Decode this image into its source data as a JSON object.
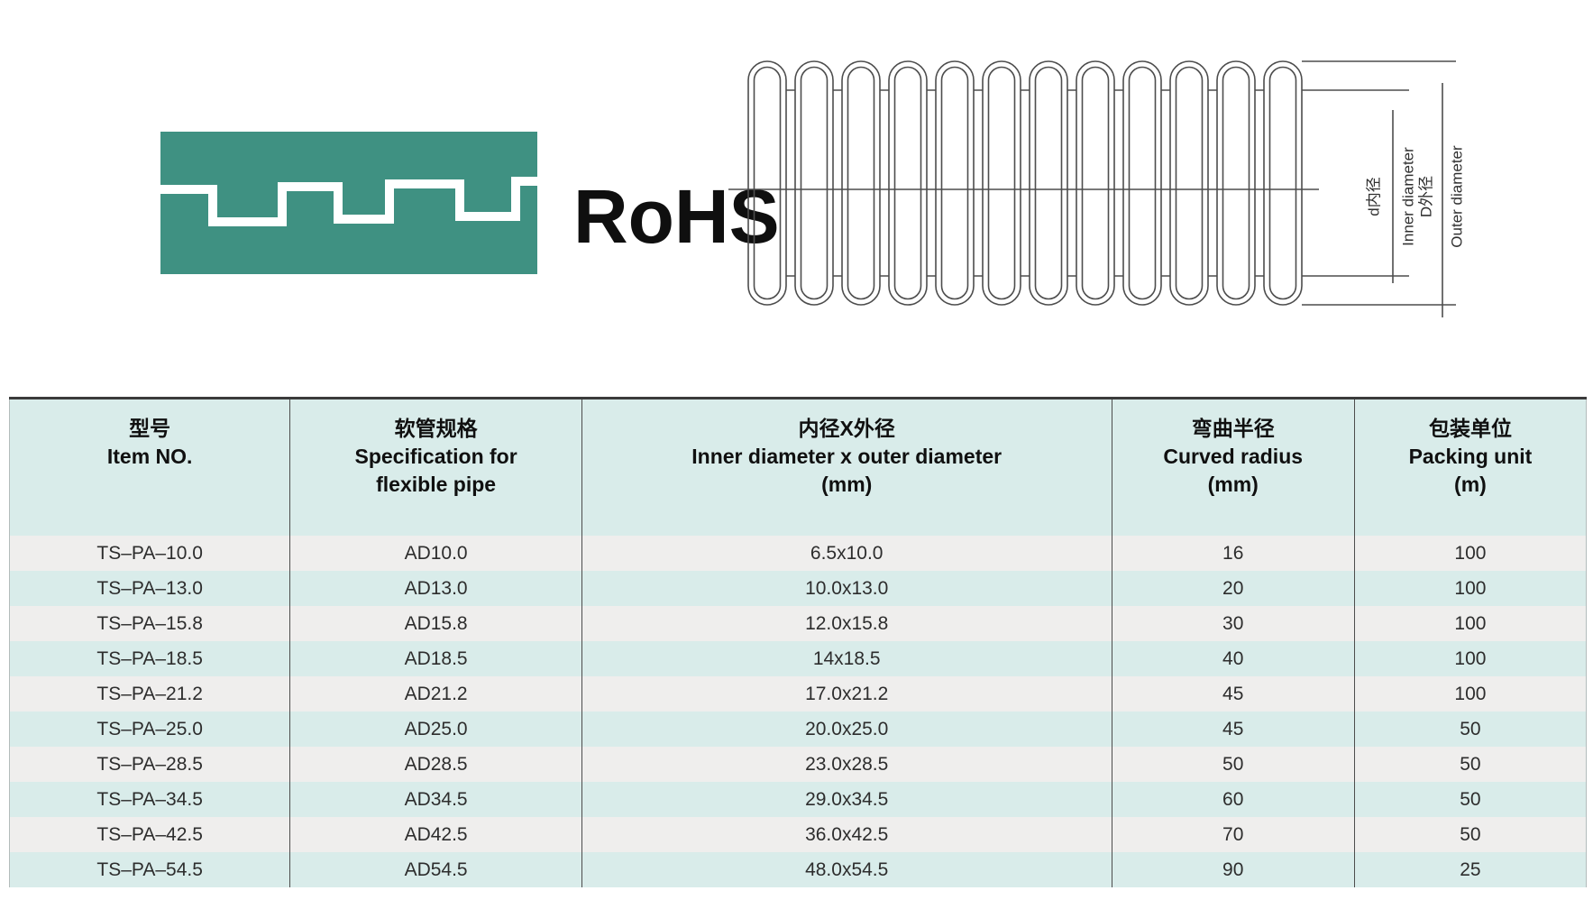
{
  "brand": {
    "logo_color": "#3f9182",
    "logo_line_color": "#ffffff",
    "certification_label": "RoHS"
  },
  "diagram": {
    "labels": {
      "inner_cn": "d内径",
      "inner_en": "Inner diameter",
      "outer_cn": "D外径",
      "outer_en": "Outer diameter"
    },
    "line_color": "#4d4d4d"
  },
  "table": {
    "colors": {
      "header_bg": "#d9ecea",
      "row_gray": "#efeeed",
      "row_cyan": "#d9ecea",
      "top_border": "#3b3b3b",
      "grid_line": "#4d4d4d"
    },
    "columns": [
      {
        "cn": "型号",
        "en": "Item NO."
      },
      {
        "cn": "软管规格",
        "en": "Specification for",
        "en2": "flexible pipe"
      },
      {
        "cn": "内径X外径",
        "en": "Inner diameter x outer diameter",
        "unit": "(mm)"
      },
      {
        "cn": "弯曲半径",
        "en": "Curved radius",
        "unit": "(mm)"
      },
      {
        "cn": "包装单位",
        "en": "Packing unit",
        "unit": "(m)"
      }
    ],
    "rows": [
      [
        "TS–PA–10.0",
        "AD10.0",
        "6.5x10.0",
        "16",
        "100"
      ],
      [
        "TS–PA–13.0",
        "AD13.0",
        "10.0x13.0",
        "20",
        "100"
      ],
      [
        "TS–PA–15.8",
        "AD15.8",
        "12.0x15.8",
        "30",
        "100"
      ],
      [
        "TS–PA–18.5",
        "AD18.5",
        "14x18.5",
        "40",
        "100"
      ],
      [
        "TS–PA–21.2",
        "AD21.2",
        "17.0x21.2",
        "45",
        "100"
      ],
      [
        "TS–PA–25.0",
        "AD25.0",
        "20.0x25.0",
        "45",
        "50"
      ],
      [
        "TS–PA–28.5",
        "AD28.5",
        "23.0x28.5",
        "50",
        "50"
      ],
      [
        "TS–PA–34.5",
        "AD34.5",
        "29.0x34.5",
        "60",
        "50"
      ],
      [
        "TS–PA–42.5",
        "AD42.5",
        "36.0x42.5",
        "70",
        "50"
      ],
      [
        "TS–PA–54.5",
        "AD54.5",
        "48.0x54.5",
        "90",
        "25"
      ]
    ]
  }
}
